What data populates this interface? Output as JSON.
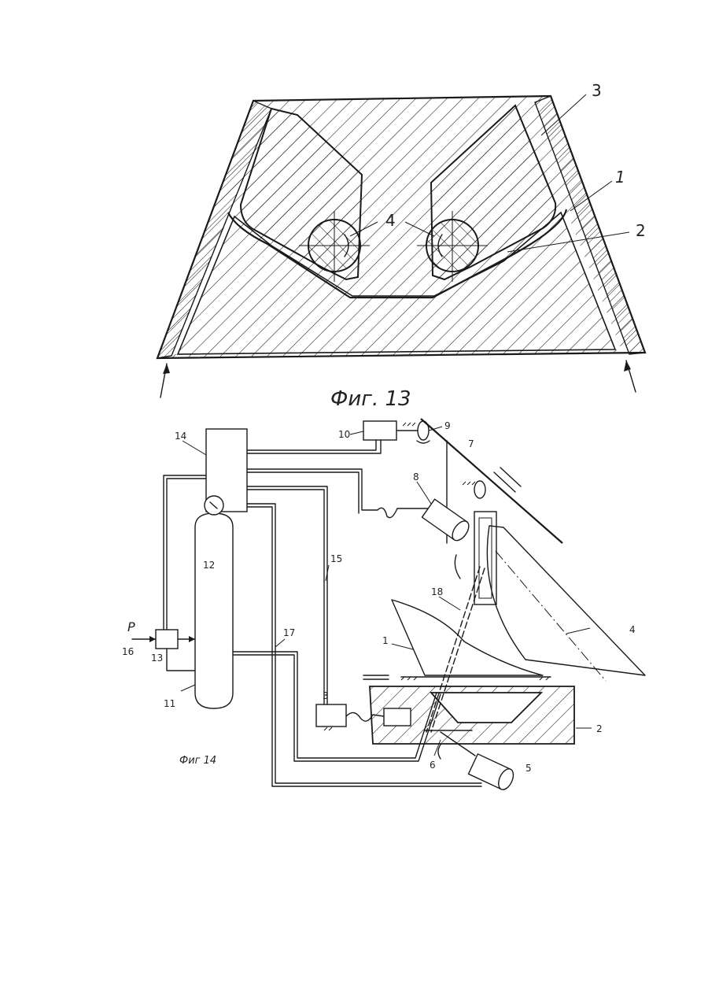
{
  "figures": {
    "fig13": {
      "caption": "Фиг. 13",
      "labels": {
        "l1": "1",
        "l2": "2",
        "l3": "3",
        "l4": "4"
      }
    },
    "fig14": {
      "caption": "Фиг 14",
      "labels": {
        "l1": "1",
        "l2": "2",
        "l3": "3",
        "l4": "4",
        "l5": "5",
        "l6": "6",
        "l7": "7",
        "l8": "8",
        "l9": "9",
        "l10": "10",
        "l11": "11",
        "l12": "12",
        "l13": "13",
        "l14": "14",
        "l15": "15",
        "l16": "16",
        "l17": "17",
        "l18": "18",
        "pressure": "P"
      }
    }
  },
  "colors": {
    "ink": "#1a1a1a",
    "paper": "#ffffff"
  }
}
